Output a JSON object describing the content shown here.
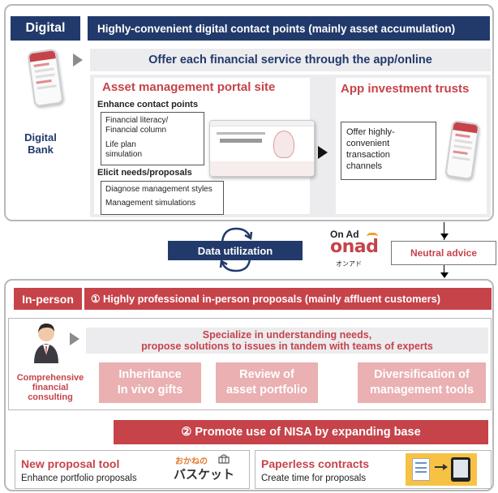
{
  "digital": {
    "tag": "Digital",
    "header": "Highly-convenient digital contact points (mainly asset accumulation)",
    "offer": "Offer each financial service through the app/online",
    "bank_label": "Digital\nBank",
    "portal": {
      "title": "Asset management portal site",
      "enhance_title": "Enhance contact points",
      "enhance_items": [
        "Financial literacy/\nFinancial column",
        "Life plan\nsimulation"
      ],
      "elicit_title": "Elicit needs/proposals",
      "elicit_items": [
        "Diagnose management styles",
        "Management simulations"
      ]
    },
    "app": {
      "title": "App investment trusts",
      "text": "Offer highly-\nconvenient\ntransaction\nchannels"
    }
  },
  "middle": {
    "data_utilization": "Data utilization",
    "on_ad": "On Ad",
    "onad_logo": "onad",
    "onad_kana": "オンアド",
    "neutral_advice": "Neutral advice"
  },
  "inperson": {
    "tag": "In-person",
    "header": "① Highly professional in-person proposals (mainly affluent customers)",
    "specialize": "Specialize in understanding needs,\npropose solutions to issues in tandem with teams of experts",
    "consulting_label": "Comprehensive\nfinancial\nconsulting",
    "services": [
      "Inheritance\nIn vivo gifts",
      "Review of\nasset portfolio",
      "Diversification of\nmanagement tools"
    ],
    "nisa": "②   Promote use of NISA by expanding base",
    "tool": {
      "title": "New proposal tool",
      "text": "Enhance portfolio proposals",
      "logo_top": "おかねの",
      "logo_main": "バスケット"
    },
    "paperless": {
      "title": "Paperless contracts",
      "text": "Create time for proposals"
    }
  },
  "colors": {
    "navy": "#213a6b",
    "red": "#c6434a",
    "pink": "#eab0b2",
    "grey_bg": "#ececef"
  }
}
